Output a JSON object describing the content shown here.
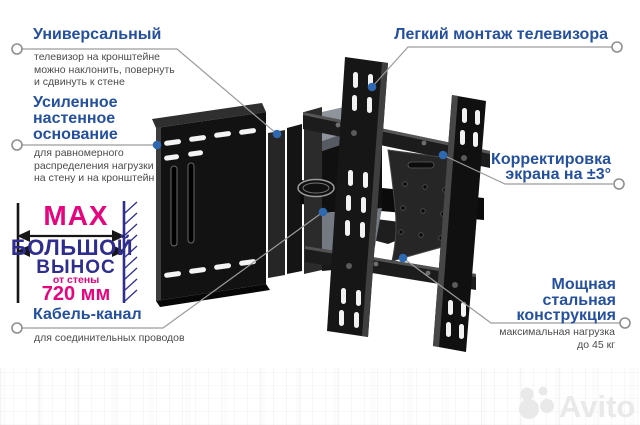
{
  "colors": {
    "heading_blue": "#24509e",
    "desc_gray": "#4b4b4b",
    "magenta": "#e4057f",
    "indigo": "#2f2e8f",
    "dot_blue": "#2e68b0",
    "line_gray": "#9c9c9c",
    "watermark_gray": "#e9e9e9"
  },
  "annotations": {
    "universal": {
      "title": "Универсальный",
      "desc": "телевизор на кронштейне\nможно наклонить, повернуть\nи сдвинуть к стене"
    },
    "wall_base": {
      "title": "Усиленное\nнастенное\nоснование",
      "desc": "для равномерного\nраспределения нагрузки\nна стену и на кронштейн"
    },
    "cable_channel": {
      "title": "Кабель-канал",
      "desc": "для соединительных проводов"
    },
    "easy_mount": {
      "title": "Легкий монтаж телевизора"
    },
    "screen_correction": {
      "title": "Корректировка\nэкрана на ±3°"
    },
    "steel_construction": {
      "title": "Мощная\nстальная\nконструкция",
      "desc": "максимальная нагрузка\nдо 45 кг"
    }
  },
  "max_callout": {
    "max": "MAX",
    "big": "БОЛЬШОЙ",
    "offset": "ВЫНОС",
    "from_wall": "от стены",
    "distance": "720 мм"
  },
  "watermark": {
    "brand": "Avito"
  }
}
